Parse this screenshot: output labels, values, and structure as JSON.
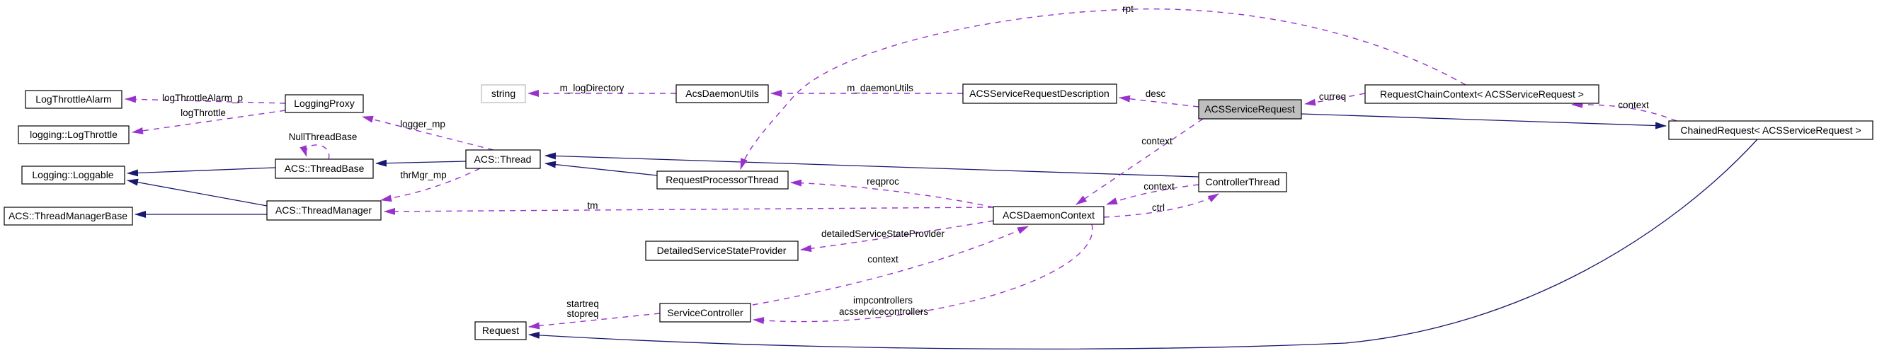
{
  "diagram": {
    "type": "class-collaboration-graph",
    "colors": {
      "inheritance_edge": "#191970",
      "usage_edge": "#9932cc",
      "node_fill": "#ffffff",
      "node_border": "#000000",
      "highlighted_node_fill": "#bfbfbf",
      "external_node_border": "#b9b9b9",
      "text": "#000000",
      "background": "#ffffff"
    }
  },
  "nodes": [
    {
      "label": "LogThrottleAlarm",
      "style": "normal"
    },
    {
      "label": "logging::LogThrottle",
      "style": "normal"
    },
    {
      "label": "Logging::Loggable",
      "style": "normal"
    },
    {
      "label": "ACS::ThreadManagerBase",
      "style": "normal"
    },
    {
      "label": "LoggingProxy",
      "style": "normal"
    },
    {
      "label": "ACS::ThreadBase",
      "style": "normal"
    },
    {
      "label": "ACS::ThreadManager",
      "style": "normal"
    },
    {
      "label": "string",
      "style": "external"
    },
    {
      "label": "AcsDaemonUtils",
      "style": "normal"
    },
    {
      "label": "ACS::Thread",
      "style": "normal"
    },
    {
      "label": "RequestProcessorThread",
      "style": "normal"
    },
    {
      "label": "ACSServiceRequestDescription",
      "style": "normal"
    },
    {
      "label": "ACSServiceRequest",
      "style": "highlighted"
    },
    {
      "label": "RequestChainContext< ACSServiceRequest >",
      "style": "normal"
    },
    {
      "label": "ChainedRequest< ACSServiceRequest >",
      "style": "normal"
    },
    {
      "label": "ControllerThread",
      "style": "normal"
    },
    {
      "label": "ACSDaemonContext",
      "style": "normal"
    },
    {
      "label": "DetailedServiceStateProvider",
      "style": "normal"
    },
    {
      "label": "ServiceController",
      "style": "normal"
    },
    {
      "label": "Request",
      "style": "normal"
    }
  ],
  "edges": [
    {
      "from": "LoggingProxy",
      "to": "LogThrottleAlarm",
      "relation": "usage",
      "label": "logThrottleAlarm_p"
    },
    {
      "from": "LoggingProxy",
      "to": "logging::LogThrottle",
      "relation": "usage",
      "label": "logThrottle"
    },
    {
      "from": "ACS::ThreadBase",
      "to": "Logging::Loggable",
      "relation": "inheritance",
      "label": ""
    },
    {
      "from": "ACS::ThreadManager",
      "to": "Logging::Loggable",
      "relation": "inheritance",
      "label": ""
    },
    {
      "from": "ACS::ThreadManager",
      "to": "ACS::ThreadManagerBase",
      "relation": "inheritance",
      "label": ""
    },
    {
      "from": "ACS::ThreadBase",
      "to": "ACS::ThreadBase",
      "relation": "usage",
      "label": "NullThreadBase"
    },
    {
      "from": "ACS::Thread",
      "to": "ACS::ThreadBase",
      "relation": "inheritance",
      "label": ""
    },
    {
      "from": "ACS::Thread",
      "to": "LoggingProxy",
      "relation": "usage",
      "label": "logger_mp"
    },
    {
      "from": "ACS::Thread",
      "to": "ACS::ThreadManager",
      "relation": "usage",
      "label": "thrMgr_mp"
    },
    {
      "from": "ACSDaemonContext",
      "to": "ACS::ThreadManager",
      "relation": "usage",
      "label": "tm"
    },
    {
      "from": "AcsDaemonUtils",
      "to": "string",
      "relation": "usage",
      "label": "m_logDirectory"
    },
    {
      "from": "ACSServiceRequestDescription",
      "to": "AcsDaemonUtils",
      "relation": "usage",
      "label": "m_daemonUtils"
    },
    {
      "from": "RequestProcessorThread",
      "to": "ACS::Thread",
      "relation": "inheritance",
      "label": ""
    },
    {
      "from": "ControllerThread",
      "to": "ACS::Thread",
      "relation": "inheritance",
      "label": ""
    },
    {
      "from": "ACSServiceRequest",
      "to": "ACSServiceRequestDescription",
      "relation": "usage",
      "label": "desc"
    },
    {
      "from": "RequestChainContext< ACSServiceRequest >",
      "to": "ACSServiceRequest",
      "relation": "usage",
      "label": "curreq"
    },
    {
      "from": "ACSServiceRequest",
      "to": "ChainedRequest< ACSServiceRequest >",
      "relation": "inheritance",
      "label": ""
    },
    {
      "from": "ChainedRequest< ACSServiceRequest >",
      "to": "RequestChainContext< ACSServiceRequest >",
      "relation": "usage",
      "label": "context"
    },
    {
      "from": "RequestChainContext< ACSServiceRequest >",
      "to": "RequestProcessorThread",
      "relation": "usage",
      "label": "rpt"
    },
    {
      "from": "ACSServiceRequest",
      "to": "ACSDaemonContext",
      "relation": "usage",
      "label": "context"
    },
    {
      "from": "ControllerThread",
      "to": "ACSDaemonContext",
      "relation": "usage",
      "label": "context"
    },
    {
      "from": "ACSDaemonContext",
      "to": "ControllerThread",
      "relation": "usage",
      "label": "ctrl"
    },
    {
      "from": "ACSDaemonContext",
      "to": "RequestProcessorThread",
      "relation": "usage",
      "label": "reqproc"
    },
    {
      "from": "ACSDaemonContext",
      "to": "DetailedServiceStateProvider",
      "relation": "usage",
      "label": "detailedServiceStateProvider"
    },
    {
      "from": "ACSDaemonContext",
      "to": "ServiceController",
      "relation": "usage",
      "label": "impcontrollers",
      "label2": "acsservicecontrollers"
    },
    {
      "from": "ServiceController",
      "to": "ACSDaemonContext",
      "relation": "usage",
      "label": "context"
    },
    {
      "from": "ServiceController",
      "to": "Request",
      "relation": "usage",
      "label": "startreq",
      "label2": "stopreq"
    },
    {
      "from": "ChainedRequest< ACSServiceRequest >",
      "to": "Request",
      "relation": "inheritance",
      "label": ""
    }
  ]
}
